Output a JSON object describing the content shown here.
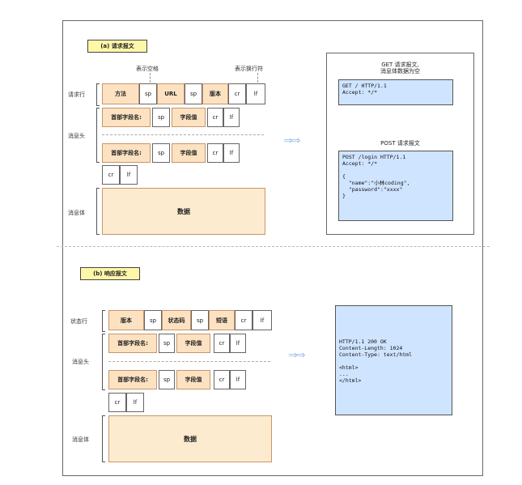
{
  "request": {
    "tag": "(a) 请求报文",
    "annot_space": "表示空格",
    "annot_newline": "表示换行符",
    "label_line": "请求行",
    "label_header": "消息头",
    "label_body": "消息体",
    "line_cells": [
      "方法",
      "sp",
      "URL",
      "sp",
      "版本",
      "cr",
      "lf"
    ],
    "header_cells": [
      "首部字段名:",
      "sp",
      "字段值",
      "cr",
      "lf"
    ],
    "end_cells": [
      "cr",
      "lf"
    ],
    "body": "数据",
    "get_caption_1": "GET 请求报文,",
    "get_caption_2": "消息体数据为空",
    "get_code": "GET / HTTP/1.1\nAccept: */*",
    "post_caption": "POST 请求报文",
    "post_code": "POST /login HTTP/1.1\nAccept: */*\n\n{\n  \"name\":\"小林coding\",\n  \"password\":\"xxxx\"\n}"
  },
  "response": {
    "tag": "(b) 响应报文",
    "label_line": "状态行",
    "label_header": "消息头",
    "label_body": "消息体",
    "line_cells": [
      "版本",
      "sp",
      "状态码",
      "sp",
      "短语",
      "cr",
      "lf"
    ],
    "header_cells": [
      "首部字段名:",
      "sp",
      "字段值",
      "cr",
      "lf"
    ],
    "end_cells": [
      "cr",
      "lf"
    ],
    "body": "数据",
    "code": "HTTP/1.1 200 OK\nContent-Length: 1024\nContent-Type: text/html\n\n<html>\n...\n</html>"
  },
  "colors": {
    "orange": "#fde2c2",
    "blue": "#cfe4ff",
    "tag": "#fff7a8"
  }
}
